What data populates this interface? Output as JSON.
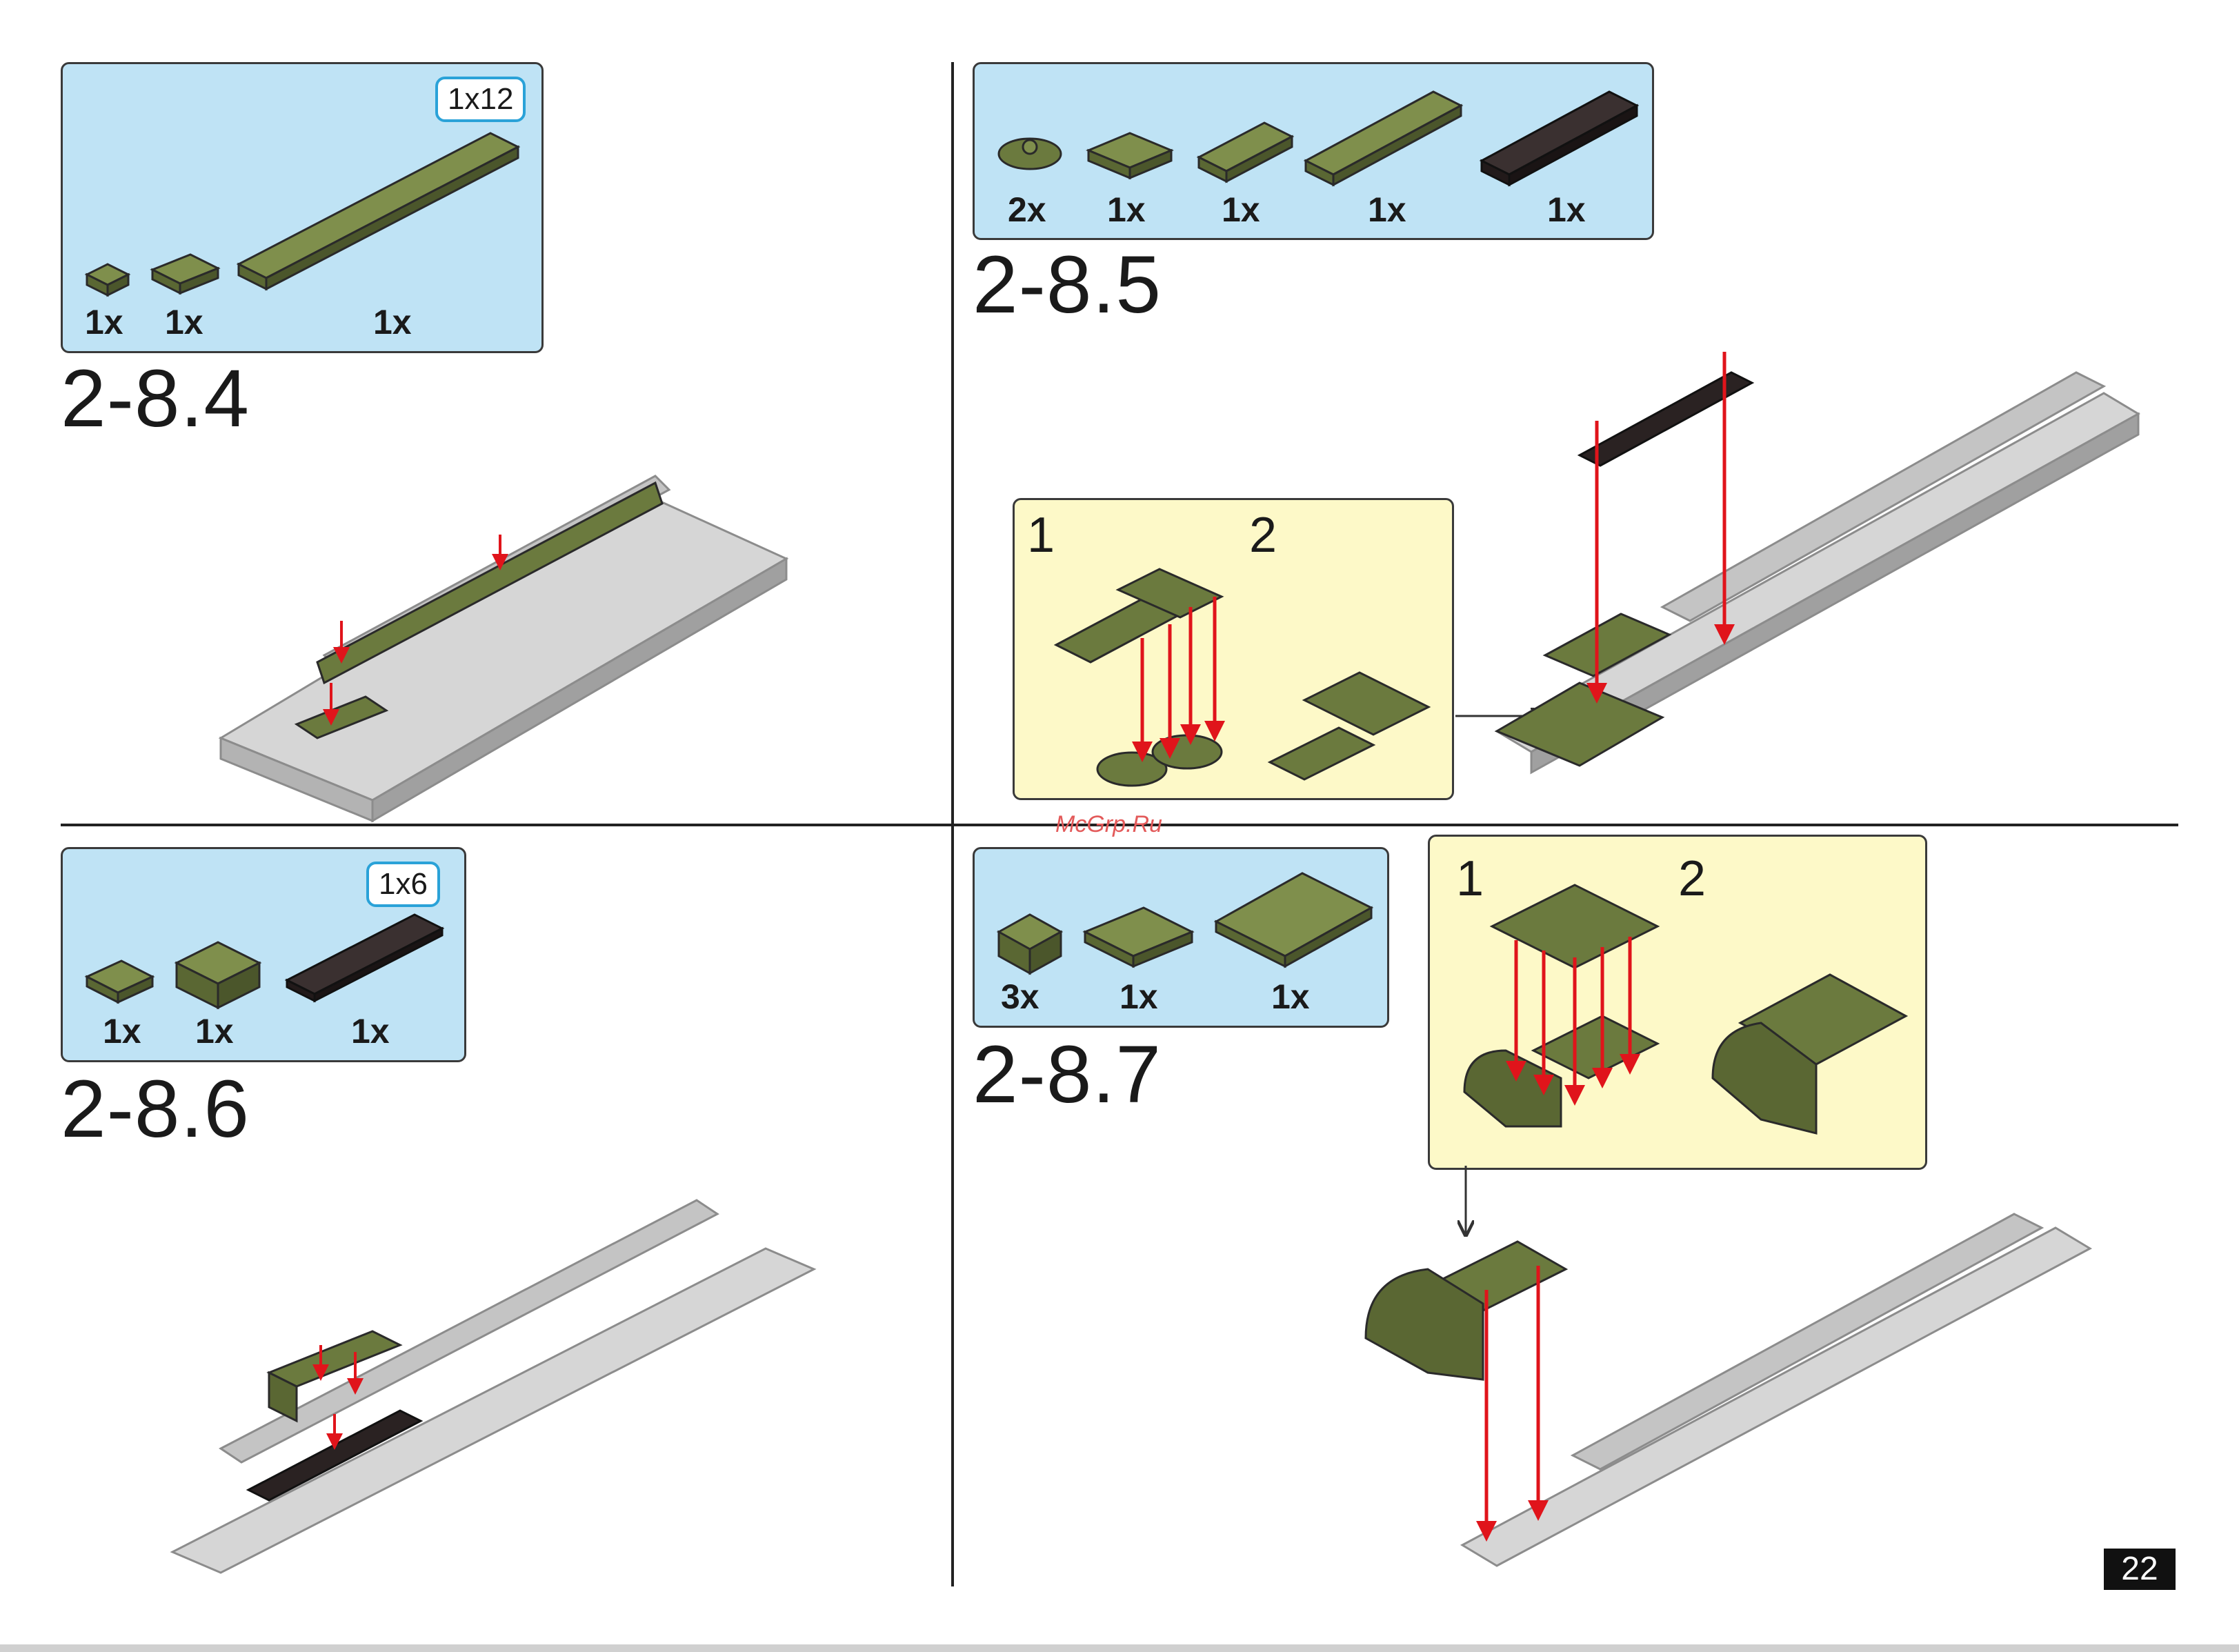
{
  "steps": {
    "s284": {
      "number": "2-8.4",
      "size_label": "1x12",
      "quantities": [
        "1x",
        "1x",
        "1x"
      ]
    },
    "s285": {
      "number": "2-8.5",
      "quantities": [
        "2x",
        "1x",
        "1x",
        "1x",
        "1x"
      ],
      "callout": [
        "1",
        "2"
      ]
    },
    "s286": {
      "number": "2-8.6",
      "size_label": "1x6",
      "quantities": [
        "1x",
        "1x",
        "1x"
      ]
    },
    "s287": {
      "number": "2-8.7",
      "quantities": [
        "3x",
        "1x",
        "1x"
      ],
      "callout": [
        "1",
        "2"
      ]
    }
  },
  "watermark": "McGrp.Ru",
  "page_number": "22",
  "colors": {
    "parts_bg": "#bfe3f5",
    "callout_bg": "#fdf9c8",
    "brick_green": "#6b7a3e",
    "brick_grey": "#c9c9c9",
    "brick_black": "#2a2222",
    "arrow_red": "#e0141b"
  }
}
